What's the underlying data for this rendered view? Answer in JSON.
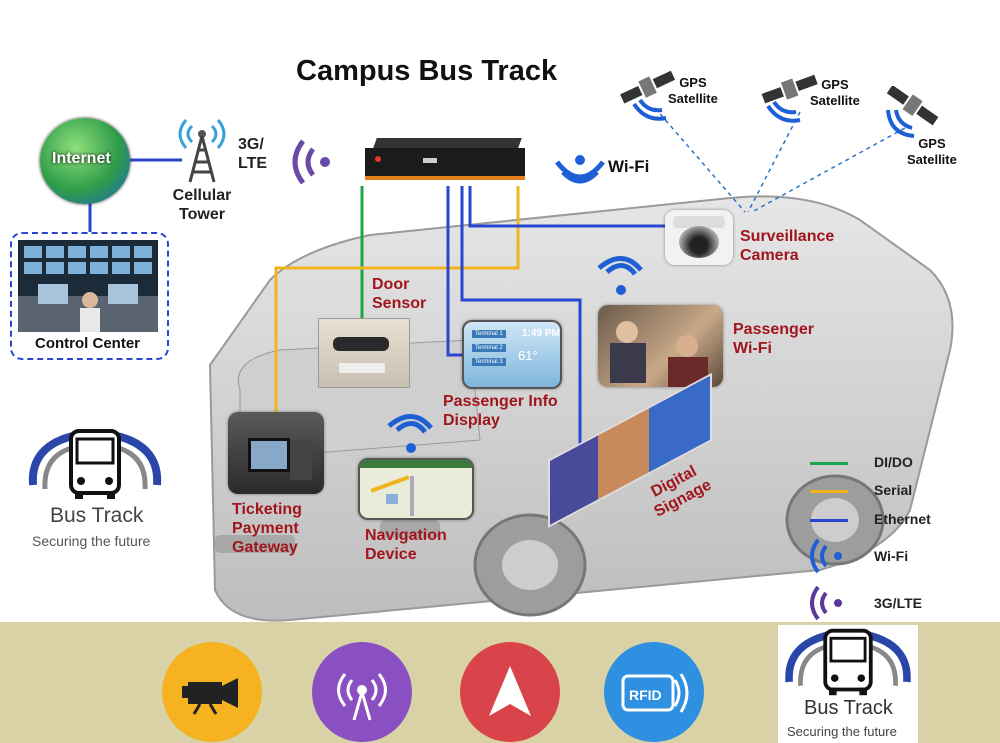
{
  "title": "Campus Bus Track",
  "network": {
    "internet": "Internet",
    "tower_line1": "Cellular",
    "tower_line2": "Tower",
    "lte_line1": "3G/",
    "lte_line2": "LTE",
    "control_center": "Control Center",
    "wifi_top": "Wi-Fi"
  },
  "gps": [
    {
      "line1": "GPS",
      "line2": "Satellite"
    },
    {
      "line1": "GPS",
      "line2": "Satellite"
    },
    {
      "line1": "GPS",
      "line2": "Satellite"
    }
  ],
  "devices": {
    "surveillance_line1": "Surveillance",
    "surveillance_line2": "Camera",
    "door_line1": "Door",
    "door_line2": "Sensor",
    "wifi_line1": "Passenger",
    "wifi_line2": "Wi-Fi",
    "info_line1": "Passenger Info",
    "info_line2": "Display",
    "ticket_line1": "Ticketing",
    "ticket_line2": "Payment",
    "ticket_line3": "Gateway",
    "nav_line1": "Navigation",
    "nav_line2": "Device",
    "signage_line1": "Digital",
    "signage_line2": "Signage"
  },
  "info_screen": {
    "time": "1:49 PM",
    "temp": "61°",
    "terminals": [
      "Terminal 1",
      "Terminal 2",
      "Terminal 3"
    ]
  },
  "legend": [
    {
      "label": "DI/DO",
      "color": "#1aa64a"
    },
    {
      "label": "Serial",
      "color": "#f2b41c"
    },
    {
      "label": "Ethernet",
      "color": "#2a46d0"
    },
    {
      "label": "Wi-Fi",
      "color": "#1f5fd6"
    },
    {
      "label": "3G/LTE",
      "color": "#5a3a9a"
    }
  ],
  "brand": {
    "name": "Bus Track",
    "tagline": "Securing the future"
  },
  "bottom_icons": [
    {
      "name": "video-camera-icon",
      "color": "#f5b320"
    },
    {
      "name": "broadcast-icon",
      "color": "#8a4fc0"
    },
    {
      "name": "navigation-arrow-icon",
      "color": "#d9434a"
    },
    {
      "name": "rfid-icon",
      "color": "#2f8fe0",
      "label": "RFID"
    }
  ],
  "colors": {
    "di_do": "#1aa64a",
    "serial": "#f2b41c",
    "ethernet": "#2a46d0",
    "label_red": "#a0161c"
  }
}
